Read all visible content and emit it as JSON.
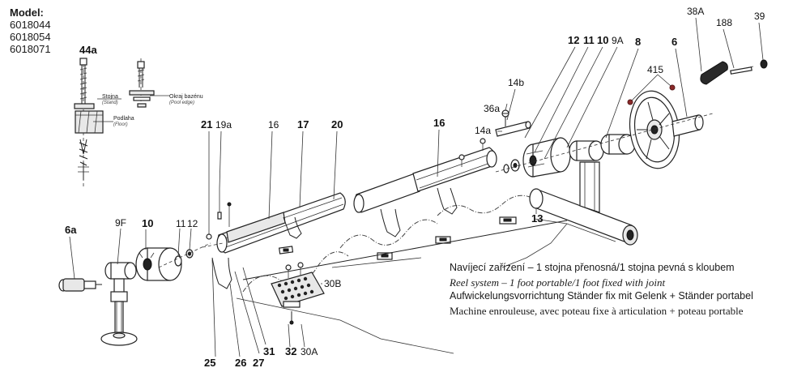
{
  "models": {
    "header": "Model:",
    "list": [
      "6018044",
      "6018054",
      "6018071"
    ]
  },
  "labels": {
    "p44a": "44a",
    "stojna": "Stojna",
    "stand": "(Stand)",
    "okraj": "Okraj bazénu",
    "pool_edge": "(Pool edge)",
    "podlaha": "Podlaha",
    "floor": "(Floor)",
    "p6a": "6a",
    "p9f": "9F",
    "p10_left": "10",
    "p11_left": "11",
    "p12_left": "12",
    "p21": "21",
    "p19a": "19a",
    "p16_left": "16",
    "p17": "17",
    "p20": "20",
    "p16_right": "16",
    "p36a": "36a",
    "p14a": "14a",
    "p14b": "14b",
    "p12_right": "12",
    "p11_right": "11",
    "p10_right": "10",
    "p9a": "9A",
    "p8": "8",
    "p6": "6",
    "p415": "415",
    "p13": "13",
    "p38a": "38A",
    "p188": "188",
    "p39": "39",
    "p30b": "30B",
    "p30a": "30A",
    "p25": "25",
    "p26": "26",
    "p27": "27",
    "p31": "31",
    "p32": "32"
  },
  "description": {
    "line_cz": "Navíjecí zařízení – 1 stojna přenosná/1 stojna pevná s kloubem",
    "line_en": "Reel system – 1 foot portable/1 foot fixed with joint",
    "line_de": "Aufwickelungsvorrichtung Ständer fix mit Gelenk + Ständer portabel",
    "line_fr": "Machine enrouleuse, avec poteau fixe à articulation + poteau portable"
  }
}
